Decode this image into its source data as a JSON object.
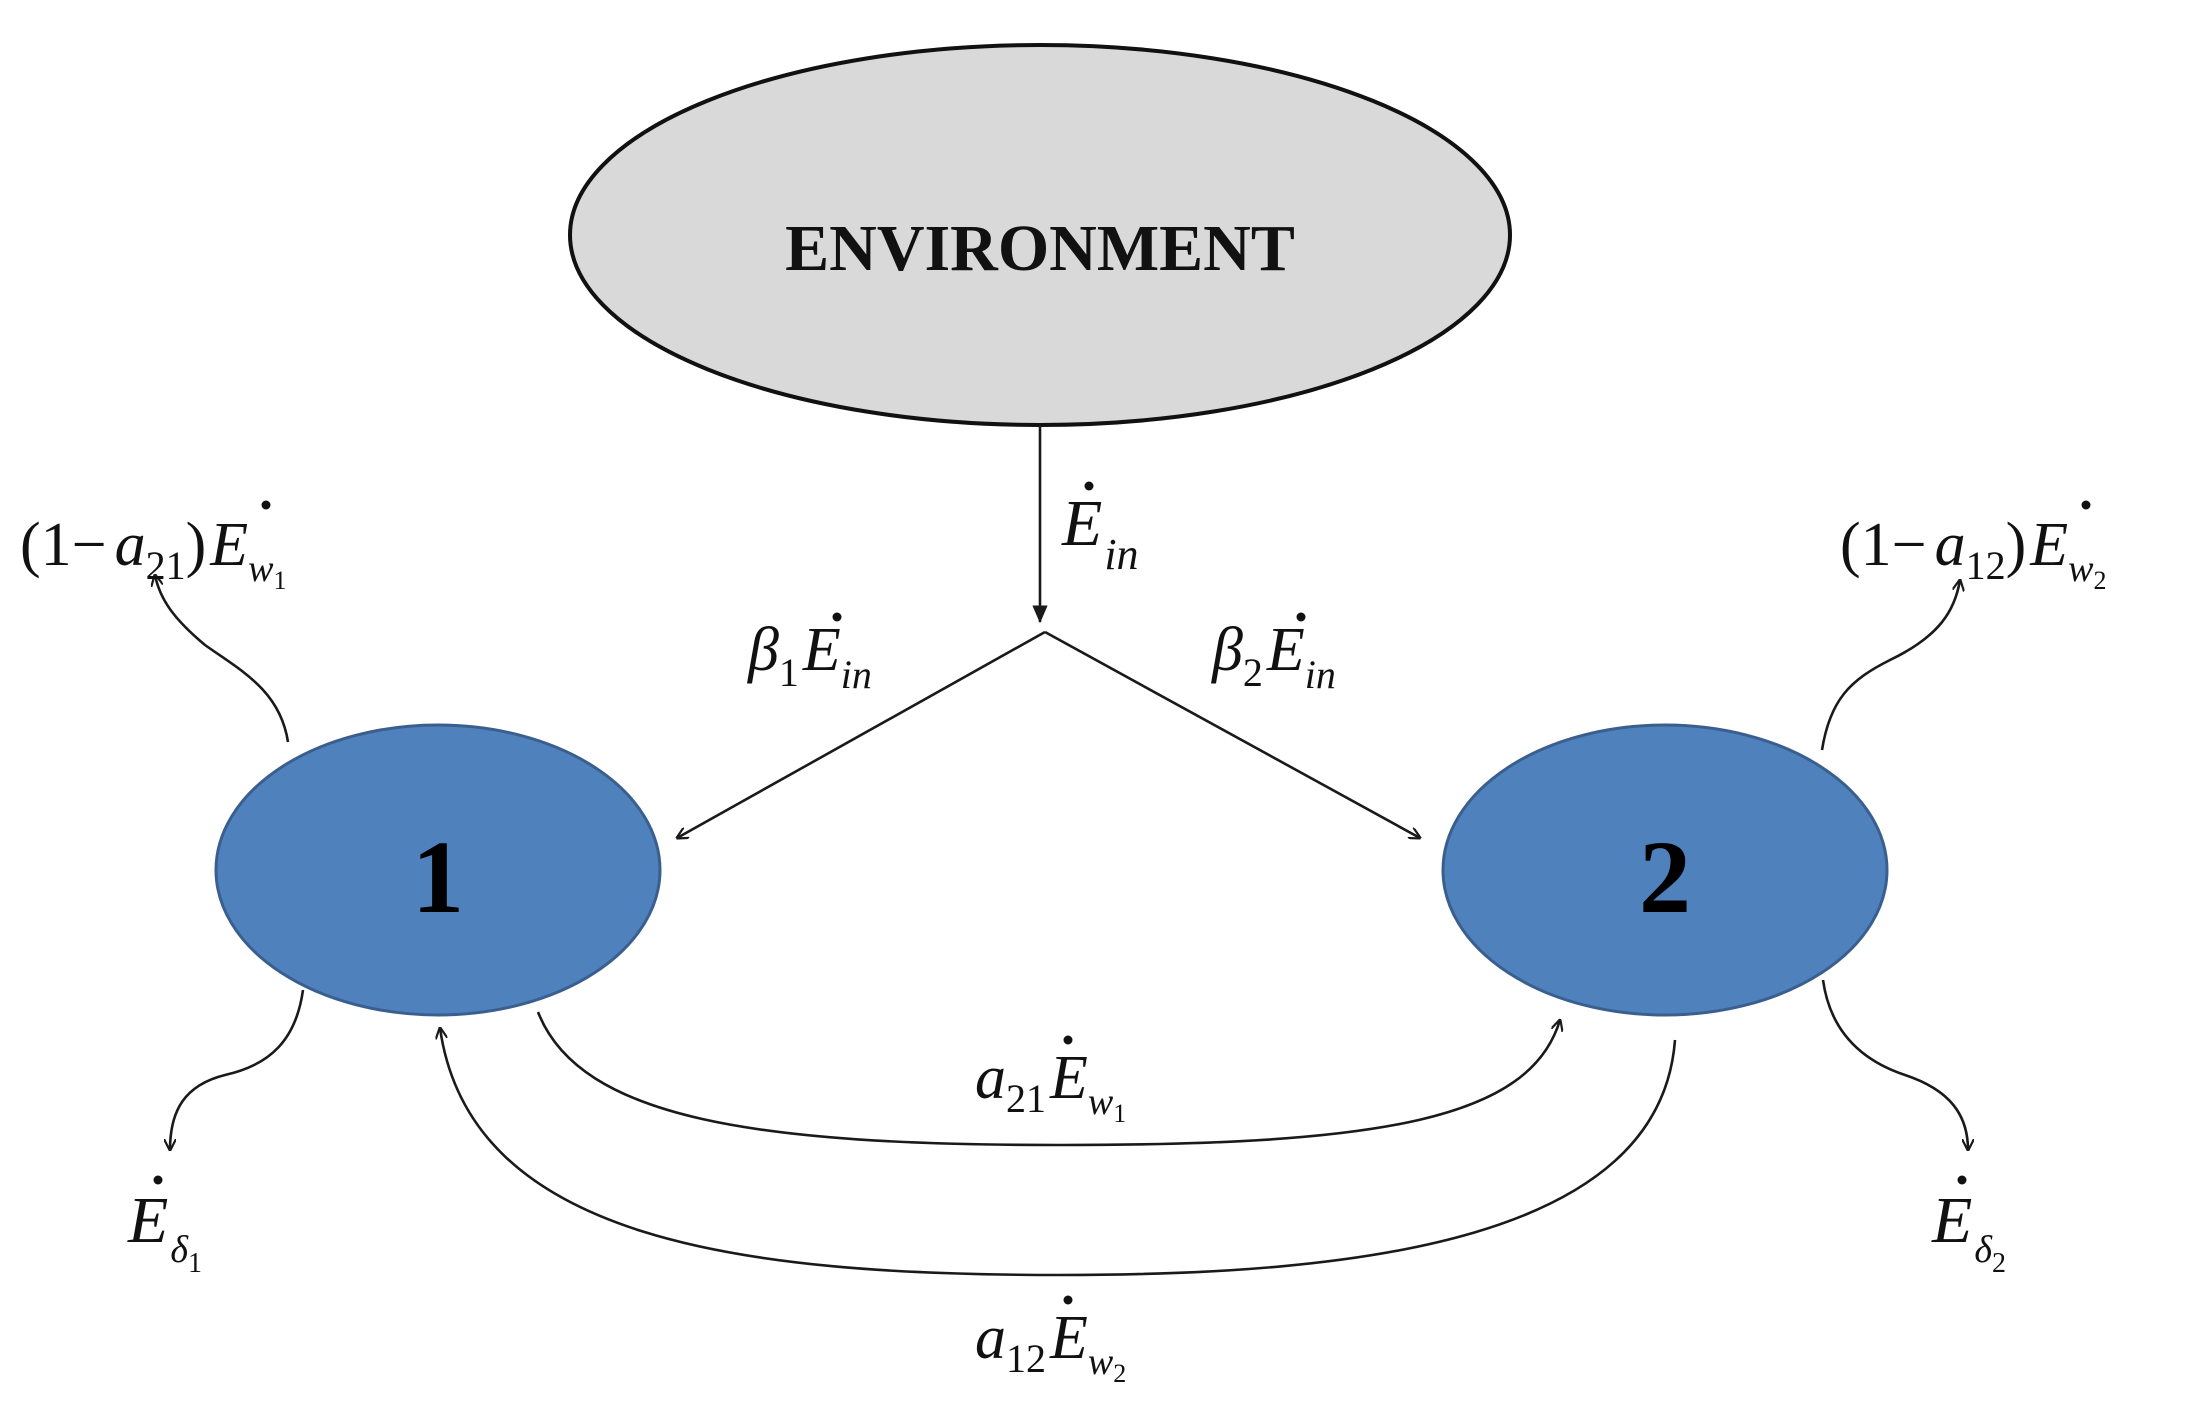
{
  "colors": {
    "environment_fill": "#d9d9d9",
    "environment_stroke": "#111111",
    "node_fill": "#4f81bd",
    "node_stroke": "#3a5f8f",
    "line": "#1a1a1a"
  },
  "environment": {
    "label": "ENVIRONMENT"
  },
  "nodes": {
    "n1": {
      "label": "1"
    },
    "n2": {
      "label": "2"
    }
  },
  "labels": {
    "e_in": {
      "base": "E",
      "sub": "in"
    },
    "beta1": {
      "coef": "β",
      "coef_sub": "1",
      "base": "E",
      "sub": "in"
    },
    "beta2": {
      "coef": "β",
      "coef_sub": "2",
      "base": "E",
      "sub": "in"
    },
    "loss1": {
      "prefix": "(1−",
      "coef": "a",
      "coef_sub": "21",
      "close": ")",
      "base": "E",
      "sub": "w",
      "sub_sub": "1"
    },
    "loss2": {
      "prefix": "(1−",
      "coef": "a",
      "coef_sub": "12",
      "close": ")",
      "base": "E",
      "sub": "w",
      "sub_sub": "2"
    },
    "flow12": {
      "coef": "a",
      "coef_sub": "21",
      "base": "E",
      "sub": "w",
      "sub_sub": "1"
    },
    "flow21": {
      "coef": "a",
      "coef_sub": "12",
      "base": "E",
      "sub": "w",
      "sub_sub": "2"
    },
    "delta1": {
      "base": "E",
      "sub": "δ",
      "sub_sub": "1"
    },
    "delta2": {
      "base": "E",
      "sub": "δ",
      "sub_sub": "2"
    }
  }
}
